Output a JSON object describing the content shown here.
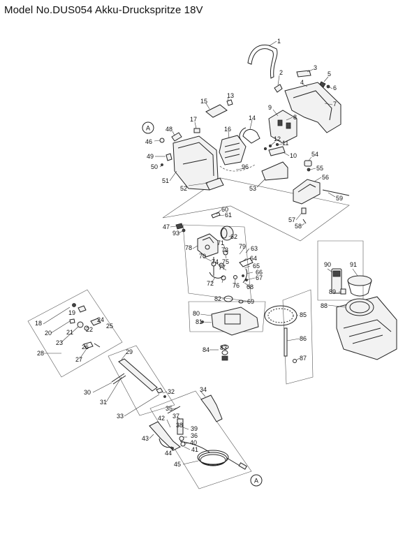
{
  "header": {
    "title": "Model No.DUS054 Akku-Druckspritze 18V"
  },
  "callouts": [
    "A",
    "A"
  ],
  "labels": [
    "1",
    "2",
    "3",
    "4",
    "5",
    "6",
    "7",
    "8",
    "9",
    "10",
    "11",
    "12",
    "13",
    "14",
    "15",
    "16",
    "17",
    "18",
    "19",
    "20",
    "21",
    "22",
    "23",
    "24",
    "25",
    "26",
    "27",
    "28",
    "29",
    "30",
    "31",
    "32",
    "33",
    "34",
    "35",
    "36",
    "37",
    "38",
    "39",
    "40",
    "41",
    "42",
    "43",
    "44",
    "45",
    "46",
    "47",
    "48",
    "49",
    "50",
    "51",
    "52",
    "53",
    "54",
    "55",
    "56",
    "57",
    "58",
    "59",
    "60",
    "61",
    "62",
    "63",
    "64",
    "65",
    "66",
    "67",
    "68",
    "69",
    "70",
    "71",
    "72",
    "73",
    "74",
    "75",
    "76",
    "77",
    "78",
    "79",
    "80",
    "81",
    "82",
    "83",
    "84",
    "85",
    "86",
    "87",
    "88",
    "89",
    "90",
    "91",
    "93",
    "96"
  ]
}
